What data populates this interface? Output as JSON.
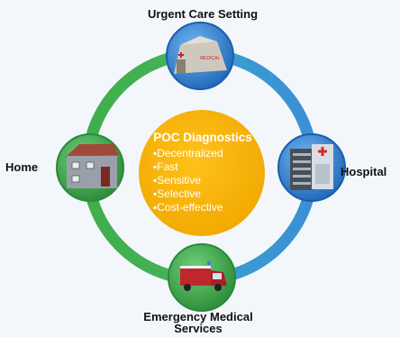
{
  "nodes": {
    "top": {
      "label": "Urgent Care Setting"
    },
    "left": {
      "label": "Home"
    },
    "right": {
      "label": "Hospital"
    },
    "bottom": {
      "label": "Emergency Medical\nServices"
    }
  },
  "center": {
    "title": "POC Diagnostics",
    "items": [
      "Decentralized",
      "Fast",
      "Sensitive",
      "Selective",
      "Cost-effective"
    ]
  },
  "tent_sign": "MEDICAL",
  "colors": {
    "ring_green": "#3fae4a",
    "ring_blue": "#3a8fd6",
    "center_fill": "#f5b400",
    "node_blue": "#2f7fd0",
    "node_green": "#3aa447"
  }
}
